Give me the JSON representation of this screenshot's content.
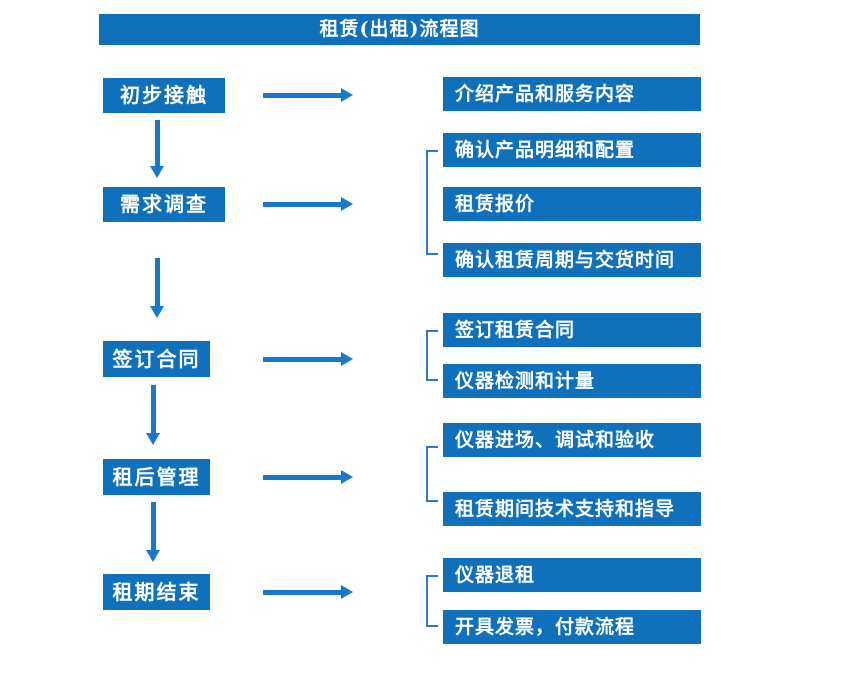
{
  "title": {
    "text": "租赁(出租)流程图"
  },
  "colors": {
    "box_blue": "#0F70BC",
    "arrow_blue": "#1878CC",
    "bracket_blue": "#2E7CC5",
    "text_white": "#FFFFFF"
  },
  "steps": [
    {
      "label": "初步接触",
      "details": [
        "介绍产品和服务内容"
      ]
    },
    {
      "label": "需求调查",
      "details": [
        "确认产品明细和配置",
        "租赁报价",
        "确认租赁周期与交货时间"
      ]
    },
    {
      "label": "签订合同",
      "details": [
        "签订租赁合同",
        "仪器检测和计量"
      ]
    },
    {
      "label": "租后管理",
      "details": [
        "仪器进场、调试和验收",
        "租赁期间技术支持和指导"
      ]
    },
    {
      "label": "租期结束",
      "details": [
        "仪器退租",
        "开具发票，付款流程"
      ]
    }
  ]
}
